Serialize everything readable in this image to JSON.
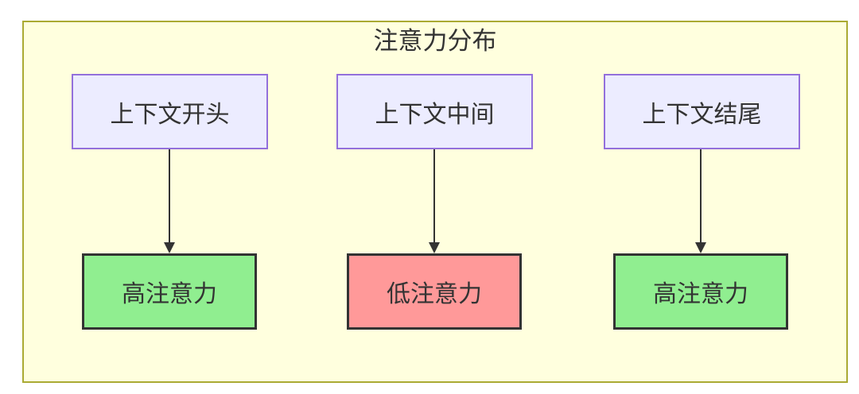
{
  "diagram": {
    "title": "注意力分布",
    "columns": [
      {
        "source": {
          "label": "上下文开头"
        },
        "target": {
          "label": "高注意力",
          "level": "high"
        }
      },
      {
        "source": {
          "label": "上下文中间"
        },
        "target": {
          "label": "低注意力",
          "level": "low"
        }
      },
      {
        "source": {
          "label": "上下文结尾"
        },
        "target": {
          "label": "高注意力",
          "level": "high"
        }
      }
    ],
    "colors": {
      "cluster_fill": "#FFFFDE",
      "cluster_border": "#AAAA33",
      "node_fill": "#ECECFF",
      "node_border": "#9370DB",
      "high_attention_fill": "#90EE90",
      "low_attention_fill": "#FF9999",
      "attention_border": "#333333",
      "arrow": "#333333",
      "text": "#333333"
    }
  }
}
